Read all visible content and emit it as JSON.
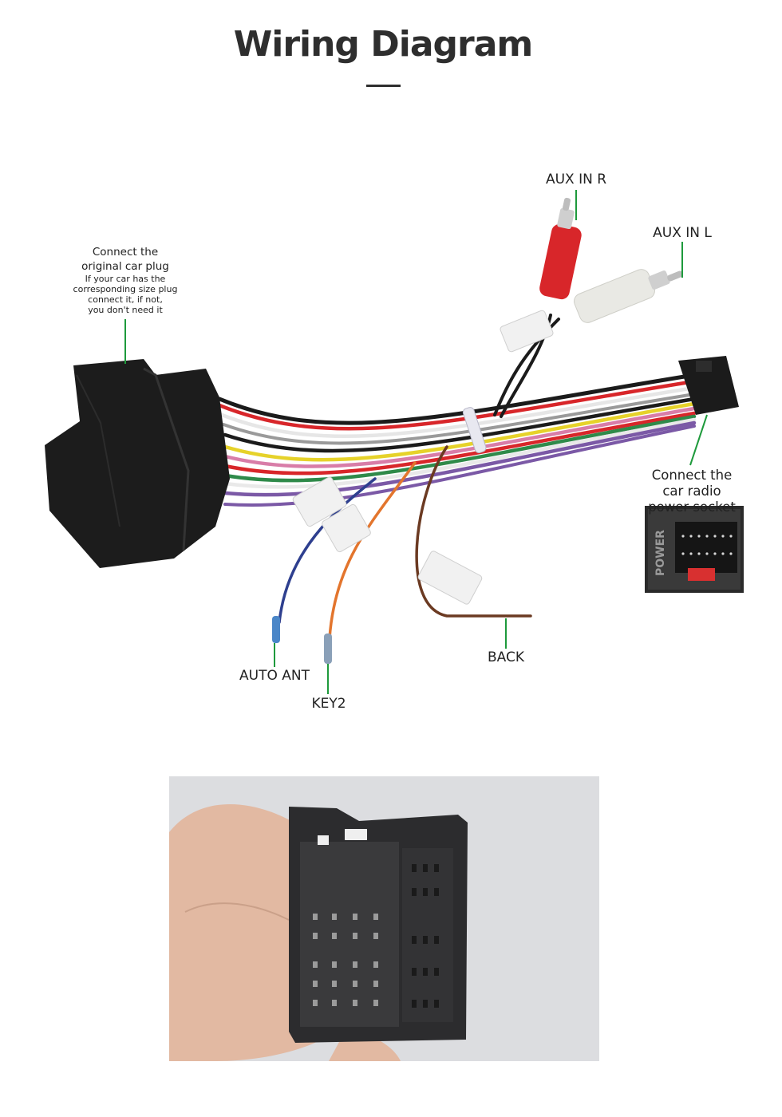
{
  "header": {
    "title": "Wiring Diagram"
  },
  "labels": {
    "aux_in_r": "AUX IN R",
    "aux_in_l": "AUX IN L",
    "original_plug_main": "Connect the\noriginal car plug",
    "original_plug_sub": "If your car has the\ncorresponding size plug\nconnect it, if not,\nyou don't need it",
    "radio_socket": "Connect the car radio\npower socket",
    "auto_ant": "AUTO ANT",
    "key2": "KEY2",
    "back": "BACK"
  },
  "socket_inset": {
    "power_text": "POWER"
  },
  "colors": {
    "leader_line": "#1e9a3c",
    "connector_black": "#1b1b1b",
    "rca_red": "#d8262a",
    "rca_white": "#e9e9e4",
    "wire_blue": "#2e3f8f",
    "wire_orange": "#e3752d",
    "wire_brown": "#6b3a22"
  }
}
